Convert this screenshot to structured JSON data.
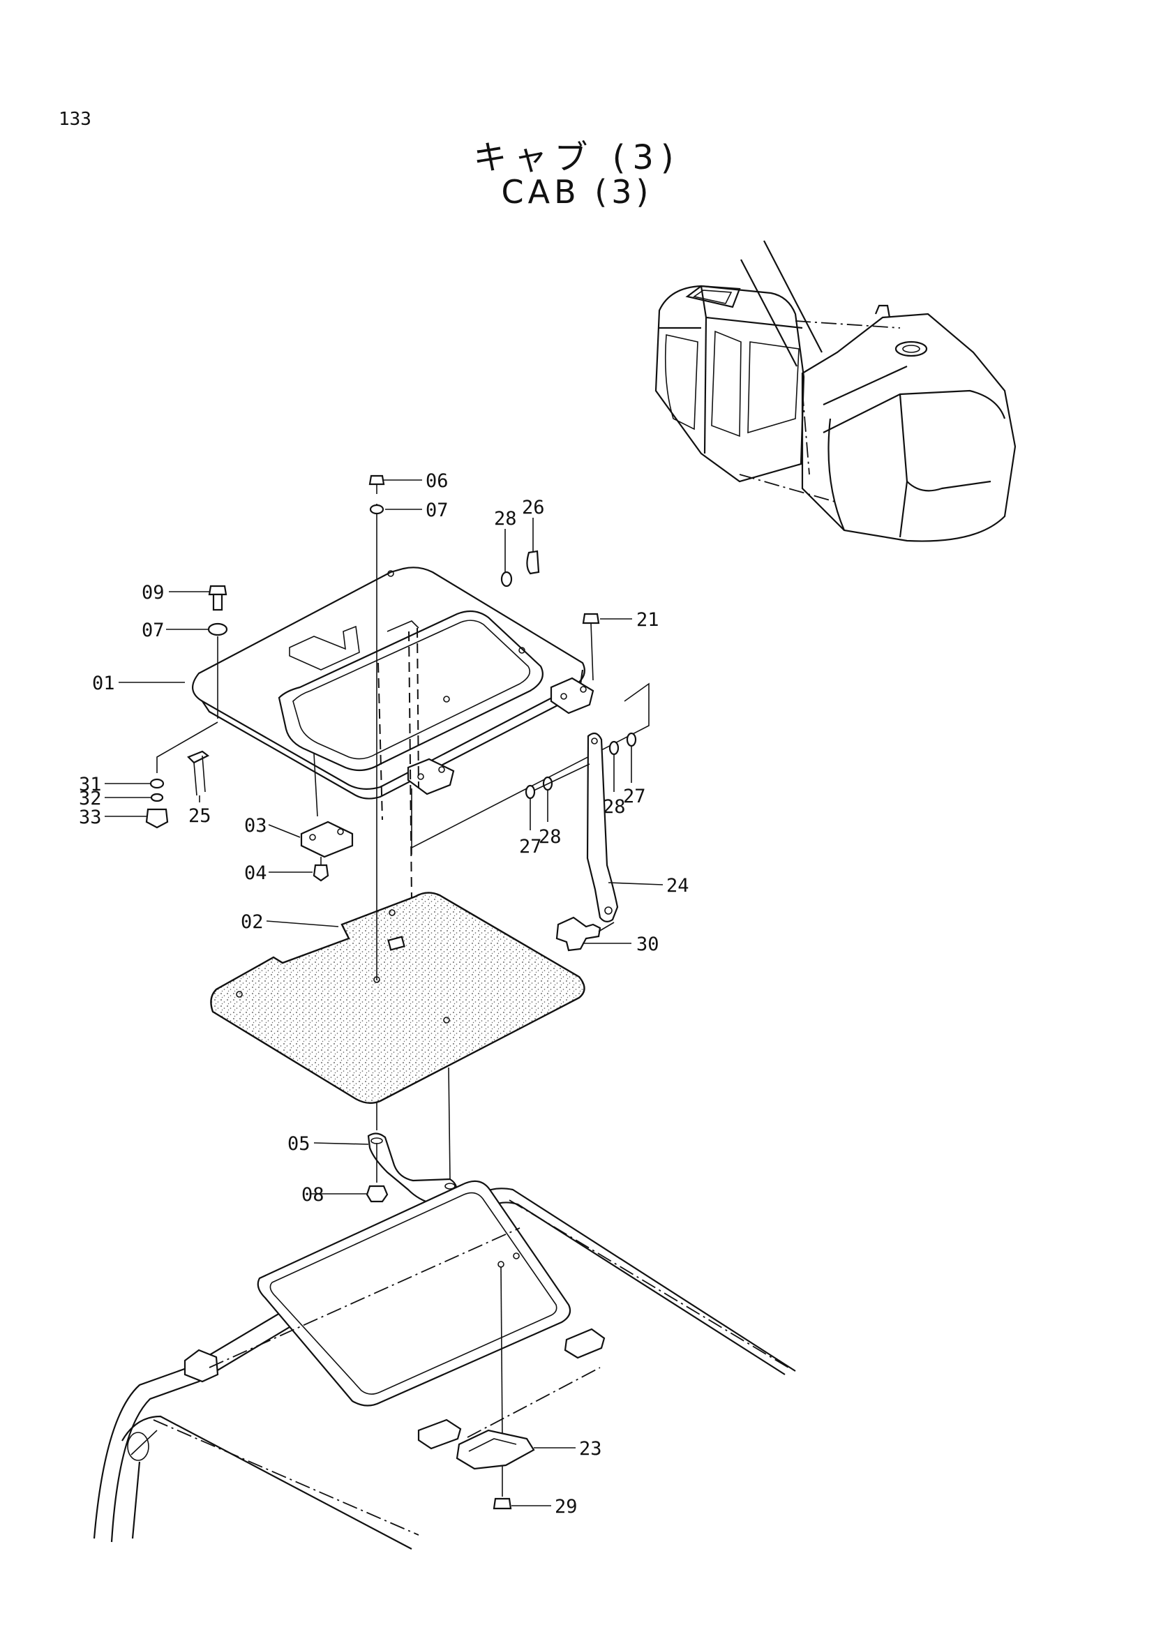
{
  "page": {
    "number": "133",
    "title_jp": "キャブ (3)",
    "title_en": "CAB (3)"
  },
  "callouts": [
    {
      "id": "06",
      "text": "06"
    },
    {
      "id": "07a",
      "text": "07"
    },
    {
      "id": "28a",
      "text": "28"
    },
    {
      "id": "26",
      "text": "26"
    },
    {
      "id": "09",
      "text": "09"
    },
    {
      "id": "07b",
      "text": "07"
    },
    {
      "id": "21",
      "text": "21"
    },
    {
      "id": "01",
      "text": "01"
    },
    {
      "id": "31",
      "text": "31"
    },
    {
      "id": "32",
      "text": "32"
    },
    {
      "id": "33",
      "text": "33"
    },
    {
      "id": "25",
      "text": "25"
    },
    {
      "id": "03",
      "text": "03"
    },
    {
      "id": "04",
      "text": "04"
    },
    {
      "id": "27a",
      "text": "27"
    },
    {
      "id": "28b",
      "text": "28"
    },
    {
      "id": "28c",
      "text": "28"
    },
    {
      "id": "27b",
      "text": "27"
    },
    {
      "id": "24",
      "text": "24"
    },
    {
      "id": "02",
      "text": "02"
    },
    {
      "id": "30",
      "text": "30"
    },
    {
      "id": "05",
      "text": "05"
    },
    {
      "id": "08",
      "text": "08"
    },
    {
      "id": "23",
      "text": "23"
    },
    {
      "id": "29",
      "text": "29"
    }
  ]
}
